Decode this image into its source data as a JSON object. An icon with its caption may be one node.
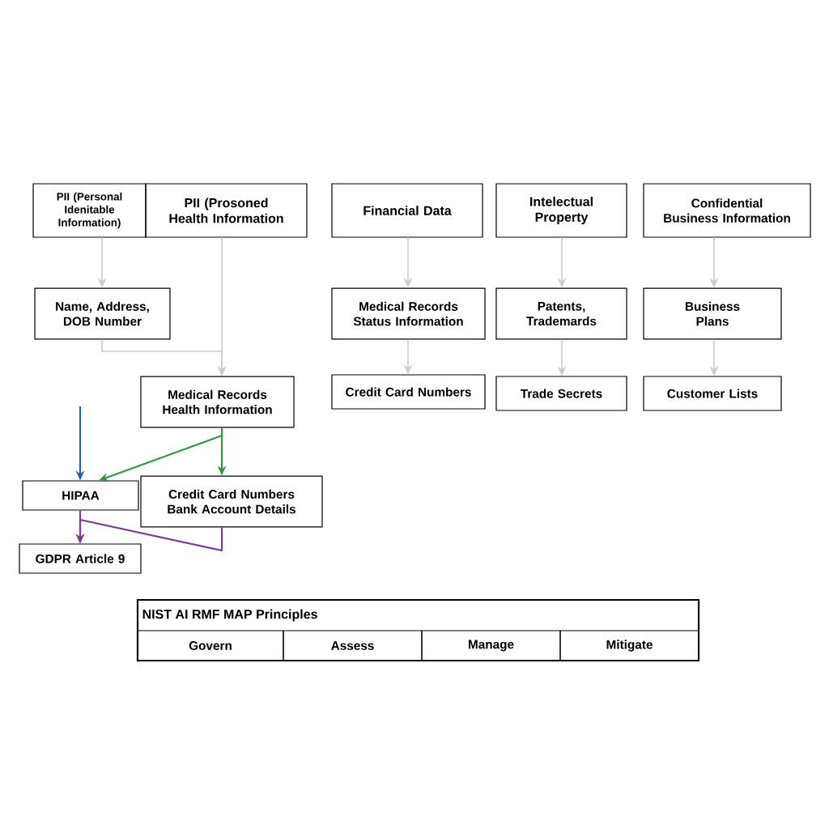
{
  "diagram": {
    "nodes": [
      {
        "text": [
          "PII (Personal Idenitable Information)"
        ]
      },
      {
        "text": [
          "PII (Prosoned Health Information"
        ]
      },
      {
        "text": [
          "Financial Data"
        ]
      },
      {
        "text": [
          "Intelectual Property"
        ]
      },
      {
        "text": [
          "Confidential Business Information"
        ]
      },
      {
        "text": [
          "Name, Address, DOB   Number"
        ]
      },
      {
        "text": [
          "Medical Records Status Information"
        ]
      },
      {
        "text": [
          "Patents, Trademards"
        ]
      },
      {
        "text": [
          "Business Plans"
        ]
      },
      {
        "text": [
          "Medical Records Health Information"
        ]
      },
      {
        "text": [
          "Credit Card Numbers"
        ]
      },
      {
        "text": [
          "Trade Secrets"
        ]
      },
      {
        "text": [
          "Customer Lists"
        ]
      },
      {
        "text": [
          "HIPAA"
        ]
      },
      {
        "text": [
          "Credit Card Numbers Bank Account Details"
        ]
      },
      {
        "text": [
          "GDPR Article 9"
        ]
      },
      {
        "text": [
          "NIST AI RMF MAP Principles"
        ]
      },
      {
        "text": [
          "Govern"
        ],
        "in": 16
      },
      {
        "text": [
          "Assess"
        ],
        "in": 16
      },
      {
        "text": [
          "Manage"
        ],
        "in": 16
      },
      {
        "text": [
          "Mitigate"
        ],
        "in": 16
      }
    ],
    "edges": [
      {
        "from": 0,
        "to": 5,
        "arrow": "to"
      },
      {
        "from": 1,
        "to": 9,
        "arrow": "to"
      },
      {
        "from": 5,
        "to": 9,
        "arrow": "to"
      },
      {
        "from": 2,
        "to": 6,
        "arrow": "to"
      },
      {
        "from": 6,
        "to": 10,
        "arrow": "to"
      },
      {
        "from": 3,
        "to": 7,
        "arrow": "to"
      },
      {
        "from": 7,
        "to": 11,
        "arrow": "to"
      },
      {
        "from": 4,
        "to": 8,
        "arrow": "to"
      },
      {
        "from": 8,
        "to": 12,
        "arrow": "to"
      },
      {
        "from": null,
        "to": 13,
        "arrow": "to",
        "color": "#1f5fbf"
      },
      {
        "from": 9,
        "to": 13,
        "arrow": "to",
        "color": "#2e9a3e"
      },
      {
        "from": 9,
        "to": 14,
        "arrow": "to",
        "color": "#2e9a3e"
      },
      {
        "from": 13,
        "to": 15,
        "arrow": "to",
        "color": "#7b3a9b"
      },
      {
        "from": 14,
        "to": 15,
        "arrow": "to",
        "color": "#7b3a9b"
      }
    ]
  }
}
